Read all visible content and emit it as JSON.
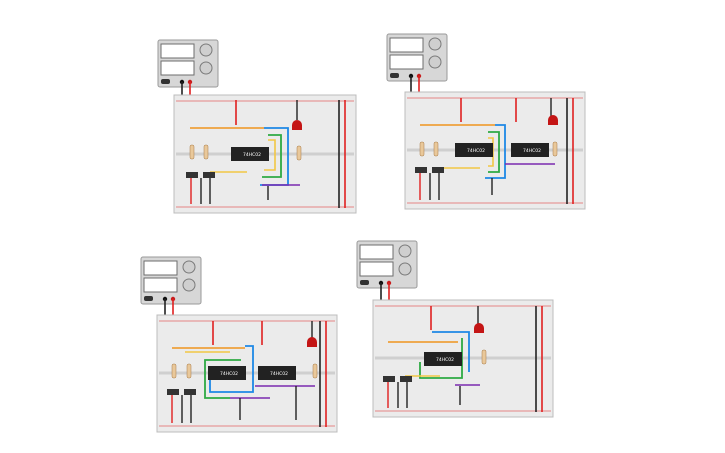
{
  "components": {
    "ic_label": "74HC02",
    "power_supply_icon": "bench-power-supply-icon",
    "breadboard_icon": "breadboard-icon",
    "led_icon": "red-led-icon",
    "resistor_icon": "resistor-icon",
    "switch_icon": "slide-switch-icon"
  },
  "colors": {
    "board": "#ebebeb",
    "rail_red": "#e02020",
    "rail_black": "#222222",
    "chip": "#222222",
    "wire_blue": "#1e88e5",
    "wire_green": "#2eaa44",
    "wire_orange": "#f0941e",
    "wire_yellow": "#f2c744",
    "wire_purple": "#7b2bb0",
    "led": "#c41515"
  },
  "circuits": [
    {
      "id": "circuit-1",
      "chips": [
        "74HC02"
      ],
      "has_led": true
    },
    {
      "id": "circuit-2",
      "chips": [
        "74HC02",
        "74HC02"
      ],
      "has_led": true
    },
    {
      "id": "circuit-3",
      "chips": [
        "74HC02",
        "74HC02"
      ],
      "has_led": true
    },
    {
      "id": "circuit-4",
      "chips": [
        "74HC02"
      ],
      "has_led": true
    }
  ]
}
